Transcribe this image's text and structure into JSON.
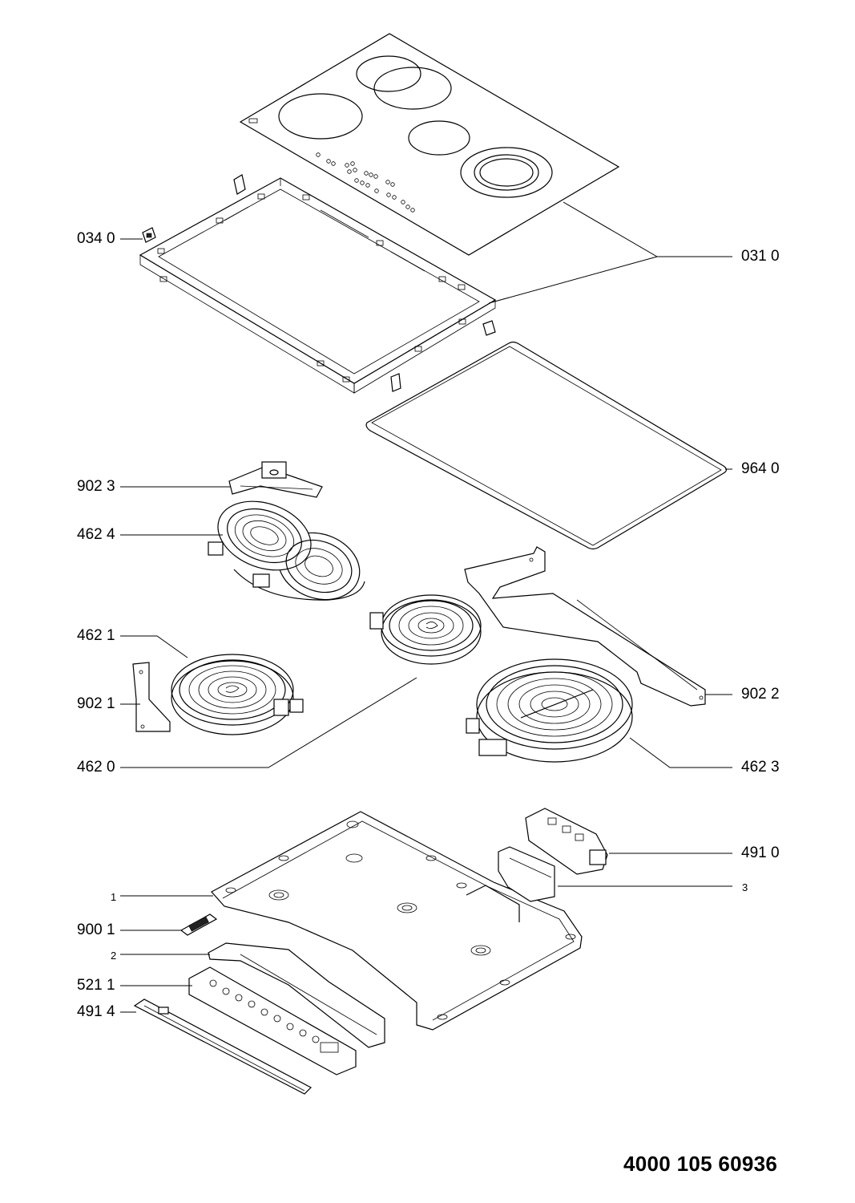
{
  "document_number": "4000 105 60936",
  "callouts": [
    {
      "id": "c0340",
      "text": "034 0"
    },
    {
      "id": "c0310",
      "text": "031 0"
    },
    {
      "id": "c9640",
      "text": "964 0"
    },
    {
      "id": "c9023",
      "text": "902 3"
    },
    {
      "id": "c4624",
      "text": "462 4"
    },
    {
      "id": "c4621",
      "text": "462 1"
    },
    {
      "id": "c9021",
      "text": "902 1"
    },
    {
      "id": "c9022",
      "text": "902 2"
    },
    {
      "id": "c4620",
      "text": "462 0"
    },
    {
      "id": "c4623",
      "text": "462 3"
    },
    {
      "id": "c4910",
      "text": "491 0"
    },
    {
      "id": "c1",
      "text": "1"
    },
    {
      "id": "c3",
      "text": "3"
    },
    {
      "id": "c9001",
      "text": "900 1"
    },
    {
      "id": "c2",
      "text": "2"
    },
    {
      "id": "c5211",
      "text": "521 1"
    },
    {
      "id": "c4914",
      "text": "491 4"
    }
  ]
}
